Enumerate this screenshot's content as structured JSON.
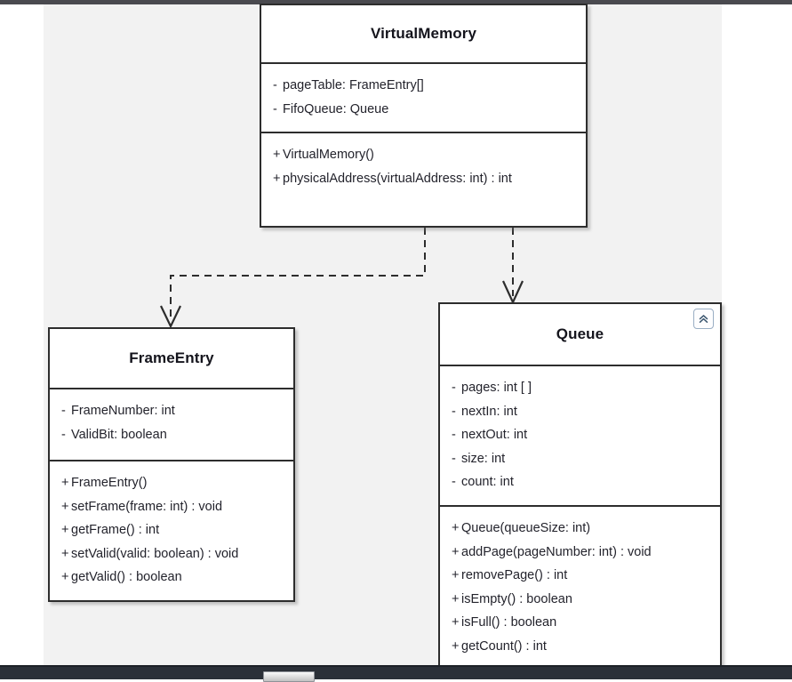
{
  "diagram": {
    "kind": "uml-class-diagram",
    "canvas_color": "#f2f2f2",
    "line_color": "#2d2d2d",
    "text_color": "#23232c"
  },
  "classes": {
    "virtual_memory": {
      "name": "VirtualMemory",
      "attributes": [
        {
          "visibility": "-",
          "text": "pageTable: FrameEntry[]"
        },
        {
          "visibility": "-",
          "text": "FifoQueue: Queue"
        }
      ],
      "operations": [
        {
          "visibility": "+",
          "text": "VirtualMemory()"
        },
        {
          "visibility": "+",
          "text": "physicalAddress(virtualAddress: int) : int"
        }
      ]
    },
    "frame_entry": {
      "name": "FrameEntry",
      "attributes": [
        {
          "visibility": "-",
          "text": "FrameNumber: int"
        },
        {
          "visibility": "-",
          "text": "ValidBit: boolean"
        }
      ],
      "operations": [
        {
          "visibility": "+",
          "text": "FrameEntry()"
        },
        {
          "visibility": "+",
          "text": "setFrame(frame: int) : void"
        },
        {
          "visibility": "+",
          "text": "getFrame() : int"
        },
        {
          "visibility": "+",
          "text": "setValid(valid: boolean) : void"
        },
        {
          "visibility": "+",
          "text": "getValid() : boolean"
        }
      ]
    },
    "queue": {
      "name": "Queue",
      "collapse_icon": "chevrons-up-icon",
      "attributes": [
        {
          "visibility": "-",
          "text": "pages: int [ ]"
        },
        {
          "visibility": "-",
          "text": "nextIn: int"
        },
        {
          "visibility": "-",
          "text": "nextOut: int"
        },
        {
          "visibility": "-",
          "text": "size: int"
        },
        {
          "visibility": "-",
          "text": "count: int"
        }
      ],
      "operations": [
        {
          "visibility": "+",
          "text": "Queue(queueSize: int)"
        },
        {
          "visibility": "+",
          "text": "addPage(pageNumber: int) : void"
        },
        {
          "visibility": "+",
          "text": "removePage() : int"
        },
        {
          "visibility": "+",
          "text": "isEmpty() : boolean"
        },
        {
          "visibility": "+",
          "text": "isFull() : boolean"
        },
        {
          "visibility": "+",
          "text": "getCount() : int"
        }
      ]
    }
  },
  "relationships": [
    {
      "from": "VirtualMemory",
      "to": "FrameEntry",
      "type": "dependency",
      "style": "dashed",
      "arrow": "open"
    },
    {
      "from": "VirtualMemory",
      "to": "Queue",
      "type": "dependency",
      "style": "dashed",
      "arrow": "open"
    }
  ],
  "scrollbar": {
    "orientation": "horizontal"
  }
}
